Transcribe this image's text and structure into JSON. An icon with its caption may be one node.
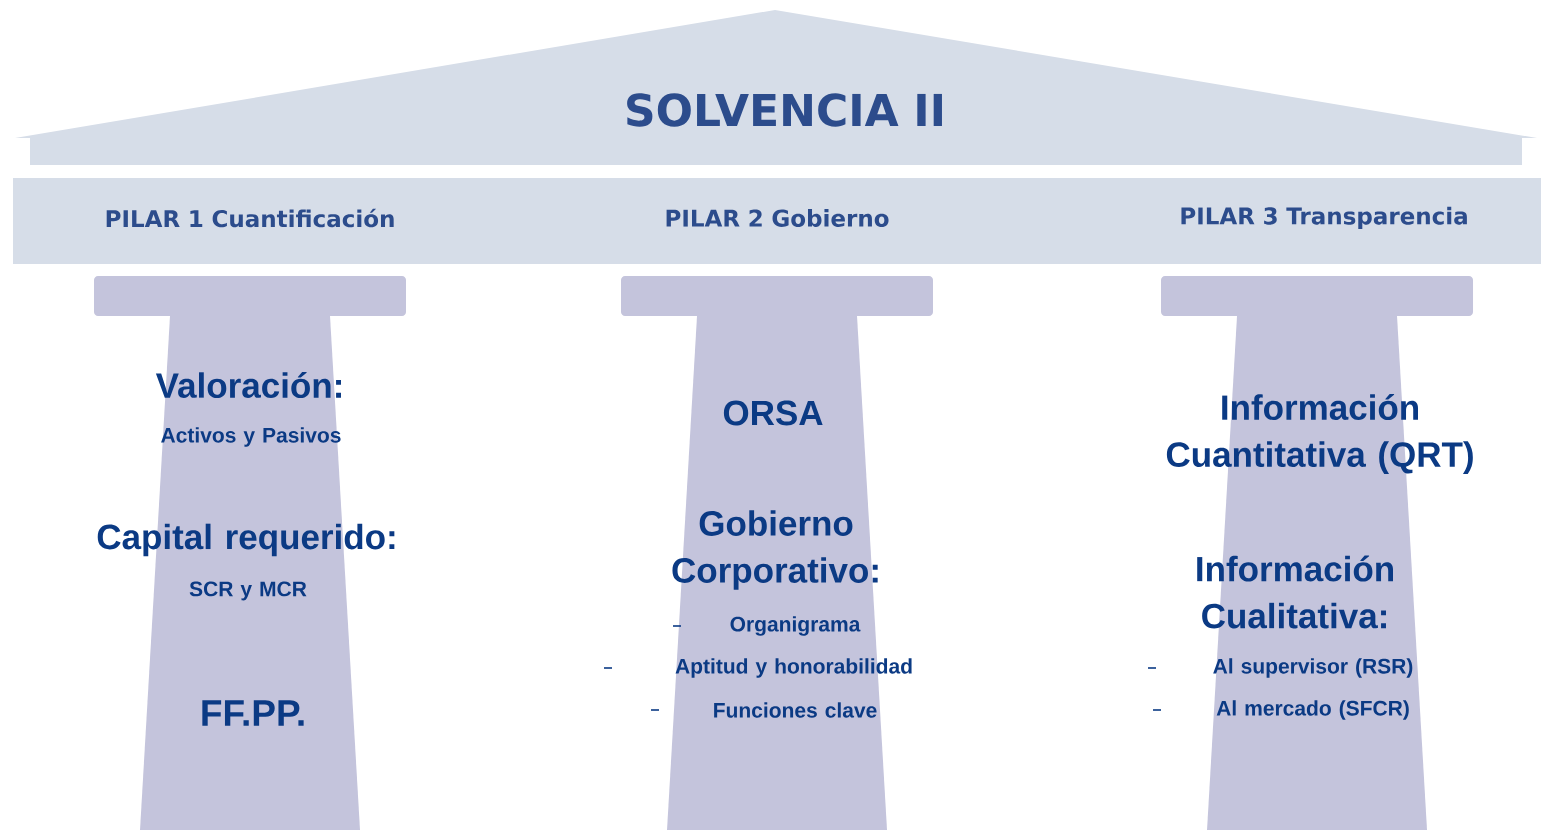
{
  "diagram": {
    "nodes": [
      {
        "text": [
          "SOLVENCIA II"
        ]
      },
      {
        "text": [
          "PILAR 1 Cuantificación",
          "PILAR 2 Gobierno",
          "PILAR 3 Transparencia"
        ]
      },
      {
        "text": [
          "Valoración:",
          "Activos y Pasivos",
          "Capital requerido:",
          "SCR y MCR",
          "FF.PP."
        ]
      },
      {
        "text": [
          "ORSA",
          "Gobierno Corporativo:",
          "Organigrama",
          "Aptitud y honorabilidad",
          "Funciones clave"
        ]
      },
      {
        "text": [
          "Información Cuantitativa (QRT)",
          "Información Cualitativa:",
          "Al supervisor (RSR)",
          "Al mercado (SFCR)"
        ]
      }
    ]
  }
}
